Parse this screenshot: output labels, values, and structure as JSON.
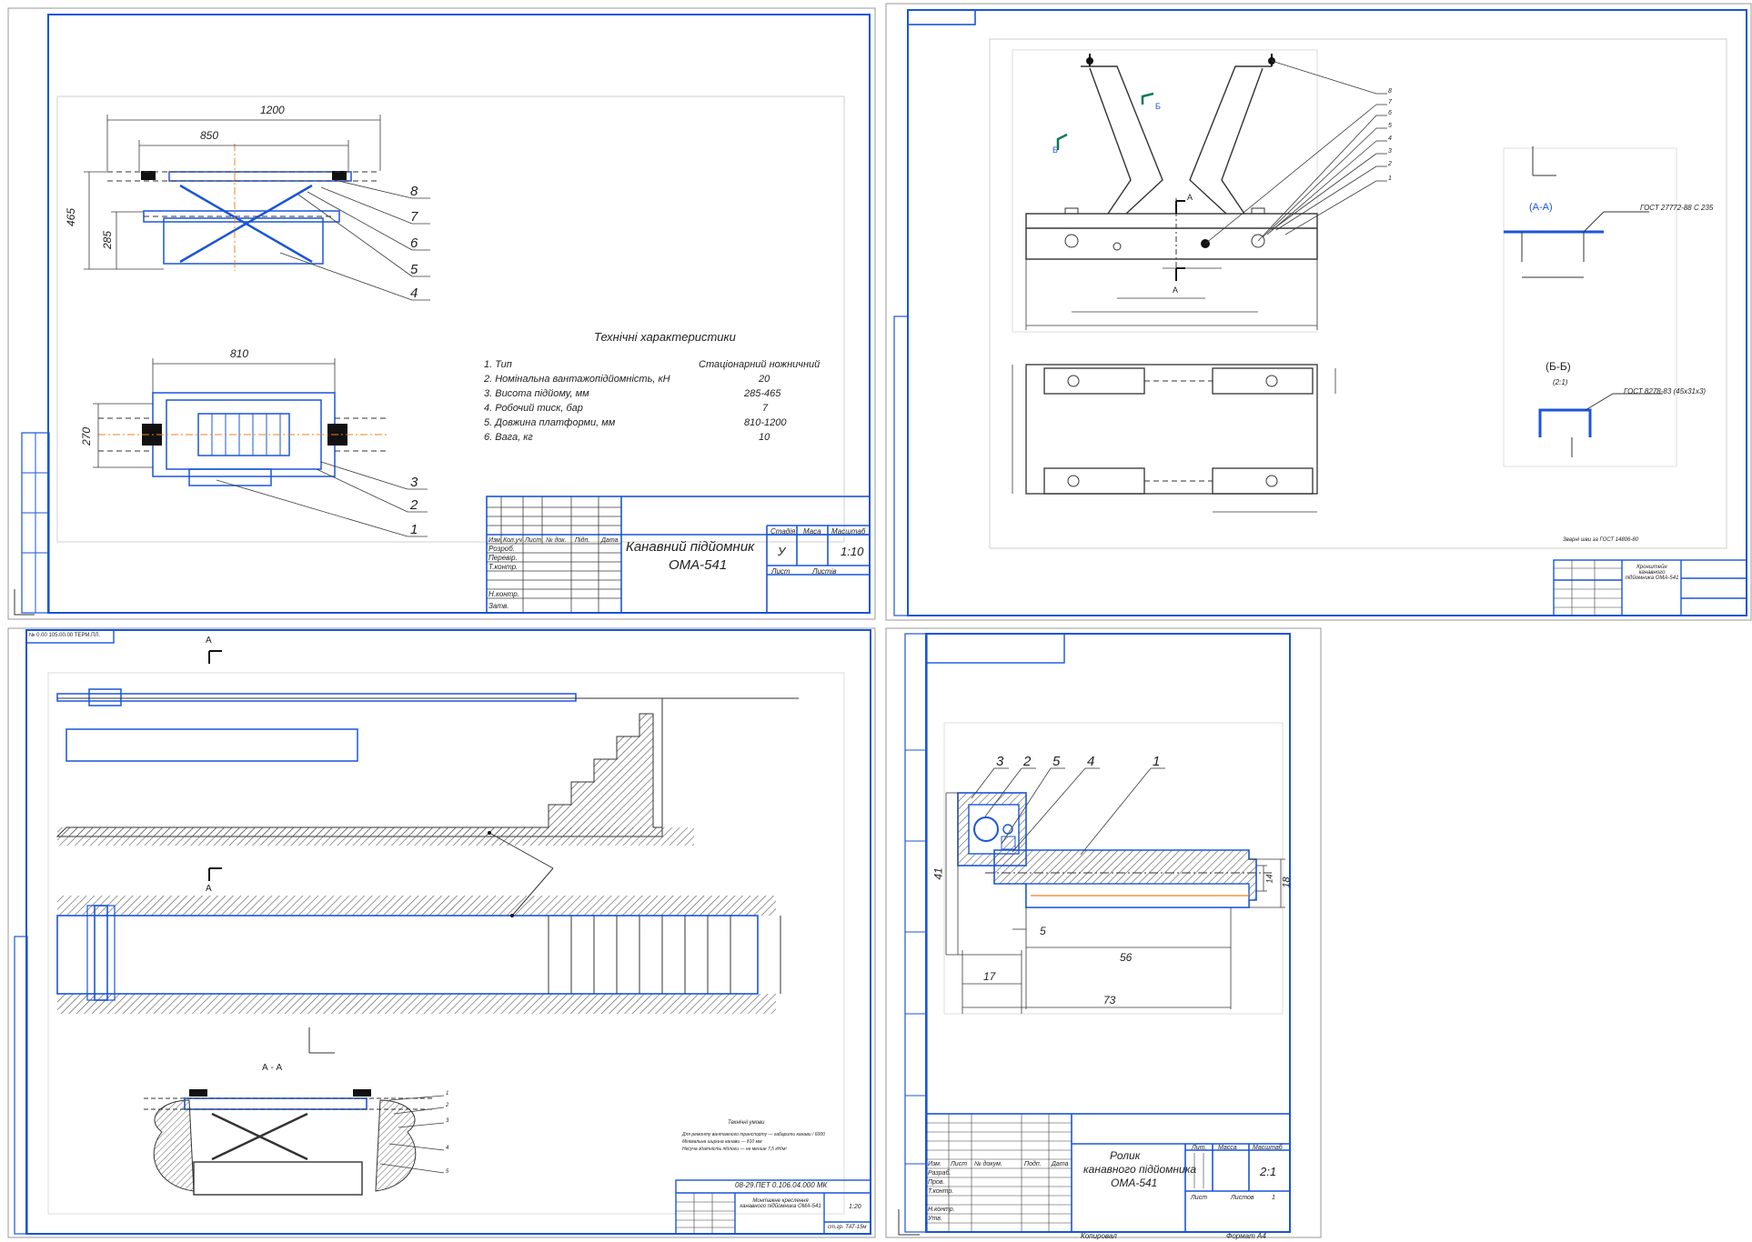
{
  "sheet1": {
    "dims": {
      "d1200": "1200",
      "d850": "850",
      "d465": "465",
      "d285": "285",
      "d810": "810",
      "d270": "270"
    },
    "callouts": [
      "8",
      "7",
      "6",
      "5",
      "4",
      "3",
      "2",
      "1"
    ],
    "specs_title": "Технічні характеристики",
    "specs": [
      {
        "name": "1. Тип",
        "value": "Стаціонарний ножничний"
      },
      {
        "name": "2. Номінальна вантажопідйомність, кН",
        "value": "20"
      },
      {
        "name": "3. Висота підйому, мм",
        "value": "285-465"
      },
      {
        "name": "4. Робочий тиск, бар",
        "value": "7"
      },
      {
        "name": "5. Довжина платформи, мм",
        "value": "810-1200"
      },
      {
        "name": "6. Вага, кг",
        "value": "10"
      }
    ],
    "title_block": {
      "name_line1": "Канавний підйомник",
      "name_line2": "ОМА-541",
      "stage_label": "Стадія",
      "mass_label": "Маса",
      "scale_label": "Масштаб",
      "stage": "У",
      "scale": "1:10",
      "sheet_label": "Лист",
      "sheets_label": "Листів",
      "rows": [
        "Розроб.",
        "Перевір.",
        "Т.контр.",
        "",
        "Н.контр.",
        "Затв."
      ],
      "header": [
        "Изм.",
        "Кол.уч",
        "Лист",
        "№ док.",
        "Підп.",
        "Дата"
      ]
    }
  },
  "sheet2": {
    "section_aa": "(А-А)",
    "section_bb": "(Б-Б)",
    "section_bb_scale": "(2:1)",
    "gost_aa": "ГОСТ 27772-88 С 235",
    "gost_bb": "ГОСТ 8278-83 (45х31х3)",
    "marker_a": "А",
    "marker_b": "Б",
    "note": "Зварні шви за ГОСТ 14806-80",
    "title_name": "Кронштейн канавного підйомника ОМА-541",
    "callouts": [
      "8",
      "7",
      "6",
      "5",
      "4",
      "3",
      "2",
      "1"
    ]
  },
  "sheet3": {
    "stamp": "№ 0.00 105.00.00 ТЕРМ.ПЛ.",
    "marker_a": "А",
    "section_title": "А - А",
    "tech_title": "Технічні умови",
    "tech_lines": [
      "Для ремонту вантажного транспорту — габарити канави / 6000",
      "Мінімальна ширина канави — 810 мм",
      "Несуча здатність підлоги — не менше 7,5 кН/м²"
    ],
    "doc_number": "08-29.ПЕТ 0.106.04.000 МК",
    "title_name": "Монтажне креслення канавного підйомника ОМА-541",
    "scale": "1:20",
    "group": "ст.гр. ТАТ-15м",
    "callouts": [
      "1",
      "2",
      "3",
      "4",
      "5"
    ]
  },
  "sheet4": {
    "callouts": [
      "3",
      "2",
      "5",
      "4",
      "1"
    ],
    "dims": {
      "d41": "41",
      "d18": "18",
      "d14": "14",
      "d5": "5",
      "d56": "56",
      "d17": "17",
      "d73": "73"
    },
    "title_block": {
      "name_line1": "Ролик",
      "name_line2": "канавного підйомника",
      "name_line3": "ОМА-541",
      "lit_label": "Лит.",
      "mass_label": "Масса",
      "scale_label": "Масштаб",
      "scale": "2:1",
      "sheet_label": "Лист",
      "sheets_label": "Листов",
      "sheets": "1",
      "rows": [
        "Изм.",
        "Разраб.",
        "Пров.",
        "Т.контр.",
        "",
        "Н.контр.",
        "Утв."
      ],
      "header": [
        "Лист",
        "№ докум.",
        "Подп.",
        "Дата"
      ],
      "footer_left": "Копировал",
      "footer_right": "Формат  А4"
    }
  },
  "colors": {
    "frame": "#1b55d8",
    "line": "#3a3a3a",
    "hatch": "#555555",
    "accent": "#f08020"
  }
}
